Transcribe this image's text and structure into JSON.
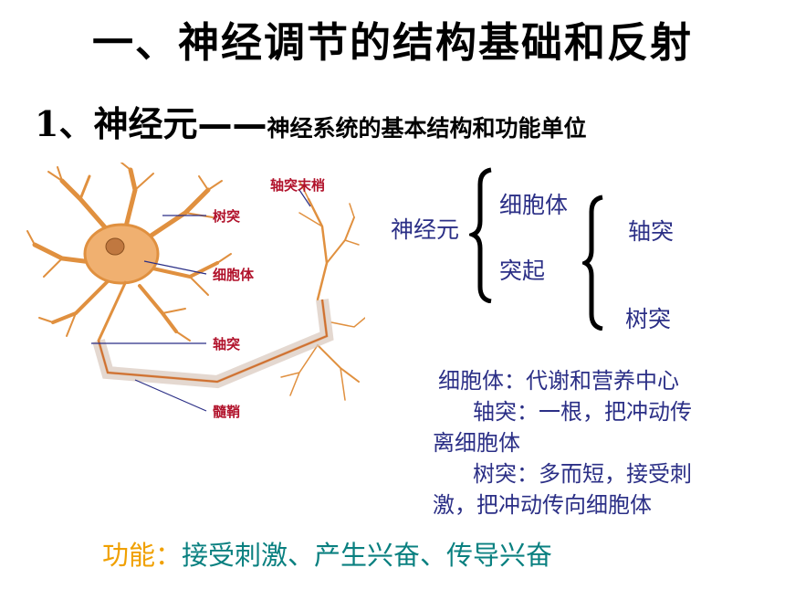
{
  "title": "一、神经调节的结构基础和反射",
  "heading": {
    "number": "1、",
    "main": "神经元",
    "dash": "——",
    "sub": "神经系统的基本结构和功能单位"
  },
  "diagram_labels": {
    "dendrite": "树突",
    "cell_body": "细胞体",
    "axon": "轴突",
    "myelin": "髓鞘",
    "axon_terminal": "轴突末梢"
  },
  "classification": {
    "root": "神经元",
    "branch1": "细胞体",
    "branch2": "突起",
    "sub1": "轴突",
    "sub2": "树突"
  },
  "description": {
    "line1": "细胞体：代谢和营养中心",
    "line2": "轴突：一根，把冲动传",
    "line3": "离细胞体",
    "line4": "树突：多而短，接受刺",
    "line5": "激，把冲动传向细胞体"
  },
  "function": {
    "label": "功能：",
    "value": "接受刺激、产生兴奋、传导兴奋"
  },
  "colors": {
    "dark_blue": "#2b2f86",
    "label_red": "#b1122b",
    "neuron_orange": "#e0903f",
    "function_label": "#f0a000",
    "function_value": "#0a8080"
  }
}
